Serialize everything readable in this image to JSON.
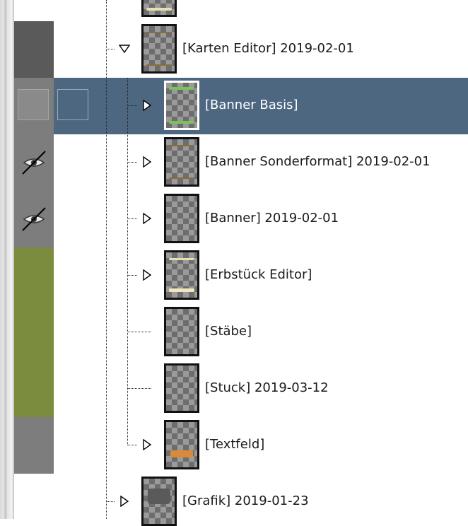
{
  "layers": [
    {
      "name": "[Karten Editor] 2019-02-01",
      "expander": "expanded",
      "selected": false
    },
    {
      "name": "[Banner Basis]",
      "expander": "collapsed",
      "selected": true
    },
    {
      "name": "[Banner Sonderformat] 2019-02-01",
      "expander": "collapsed",
      "selected": false
    },
    {
      "name": "[Banner] 2019-02-01",
      "expander": "collapsed",
      "selected": false
    },
    {
      "name": "[Erbstück Editor]",
      "expander": "collapsed",
      "selected": false
    },
    {
      "name": "[Stäbe]",
      "expander": "none",
      "selected": false
    },
    {
      "name": "[Stuck] 2019-03-12",
      "expander": "none",
      "selected": false
    },
    {
      "name": "[Textfeld]",
      "expander": "collapsed",
      "selected": false
    },
    {
      "name": "[Grafik] 2019-01-23",
      "expander": "collapsed",
      "selected": false
    }
  ],
  "visibility_icons": [
    "visibility-hidden-icon",
    "visibility-hidden-icon"
  ],
  "colors": {
    "selected_row": "#4e6781",
    "color_tag_green": "#7b8c3f",
    "color_tag_gray": "#7d7d7d",
    "color_tag_dark": "#5a5a5a"
  }
}
